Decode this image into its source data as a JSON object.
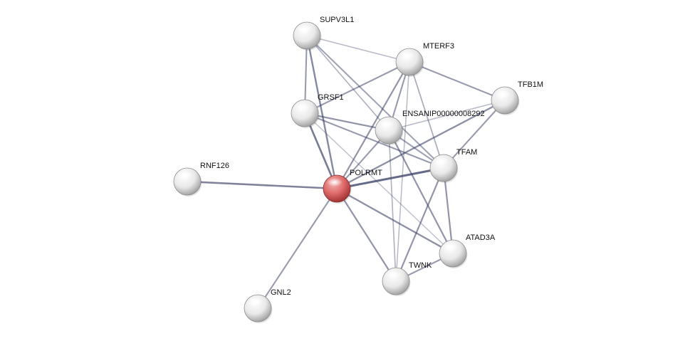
{
  "network": {
    "query_node": "POLRMT",
    "colors": {
      "node": "#f2f2f2",
      "node_shade": "#9a9a9a",
      "query_node": "#e06c6c",
      "query_node_shade": "#9c2c2c",
      "edge": "#3c4266"
    },
    "nodes": [
      {
        "id": "SUPV3L1",
        "label": "SUPV3L1"
      },
      {
        "id": "MTERF3",
        "label": "MTERF3"
      },
      {
        "id": "TFB1M",
        "label": "TFB1M"
      },
      {
        "id": "GRSF1",
        "label": "GRSF1"
      },
      {
        "id": "ENSANIP00000008292",
        "label": "ENSANIP00000008292"
      },
      {
        "id": "TFAM",
        "label": "TFAM"
      },
      {
        "id": "RNF126",
        "label": "RNF126"
      },
      {
        "id": "POLRMT",
        "label": "POLRMT"
      },
      {
        "id": "ATAD3A",
        "label": "ATAD3A"
      },
      {
        "id": "TWNK",
        "label": "TWNK"
      },
      {
        "id": "GNL2",
        "label": "GNL2"
      }
    ],
    "edges": [
      {
        "source": "SUPV3L1",
        "target": "MTERF3",
        "strength": 0.25
      },
      {
        "source": "SUPV3L1",
        "target": "GRSF1",
        "strength": 0.5
      },
      {
        "source": "SUPV3L1",
        "target": "POLRMT",
        "strength": 0.65
      },
      {
        "source": "SUPV3L1",
        "target": "TFAM",
        "strength": 0.45
      },
      {
        "source": "SUPV3L1",
        "target": "ENSANIP00000008292",
        "strength": 0.3
      },
      {
        "source": "MTERF3",
        "target": "TFB1M",
        "strength": 0.5
      },
      {
        "source": "MTERF3",
        "target": "GRSF1",
        "strength": 0.5
      },
      {
        "source": "MTERF3",
        "target": "ENSANIP00000008292",
        "strength": 0.5
      },
      {
        "source": "MTERF3",
        "target": "POLRMT",
        "strength": 0.55
      },
      {
        "source": "MTERF3",
        "target": "TFAM",
        "strength": 0.35
      },
      {
        "source": "MTERF3",
        "target": "TWNK",
        "strength": 0.25
      },
      {
        "source": "GRSF1",
        "target": "ENSANIP00000008292",
        "strength": 0.55
      },
      {
        "source": "GRSF1",
        "target": "TFAM",
        "strength": 0.5
      },
      {
        "source": "GRSF1",
        "target": "POLRMT",
        "strength": 0.75
      },
      {
        "source": "GRSF1",
        "target": "ATAD3A",
        "strength": 0.2
      },
      {
        "source": "TFB1M",
        "target": "ENSANIP00000008292",
        "strength": 0.25
      },
      {
        "source": "TFB1M",
        "target": "POLRMT",
        "strength": 0.6
      },
      {
        "source": "TFB1M",
        "target": "TFAM",
        "strength": 0.5
      },
      {
        "source": "ENSANIP00000008292",
        "target": "POLRMT",
        "strength": 0.5
      },
      {
        "source": "ENSANIP00000008292",
        "target": "TFAM",
        "strength": 0.45
      },
      {
        "source": "ENSANIP00000008292",
        "target": "ATAD3A",
        "strength": 0.55
      },
      {
        "source": "ENSANIP00000008292",
        "target": "TWNK",
        "strength": 0.3
      },
      {
        "source": "TFAM",
        "target": "POLRMT",
        "strength": 0.9
      },
      {
        "source": "TFAM",
        "target": "TWNK",
        "strength": 0.55
      },
      {
        "source": "TFAM",
        "target": "ATAD3A",
        "strength": 0.55
      },
      {
        "source": "POLRMT",
        "target": "RNF126",
        "strength": 0.7
      },
      {
        "source": "POLRMT",
        "target": "GNL2",
        "strength": 0.5
      },
      {
        "source": "POLRMT",
        "target": "TWNK",
        "strength": 0.55
      },
      {
        "source": "POLRMT",
        "target": "ATAD3A",
        "strength": 0.6
      },
      {
        "source": "TWNK",
        "target": "ATAD3A",
        "strength": 0.5
      }
    ]
  }
}
